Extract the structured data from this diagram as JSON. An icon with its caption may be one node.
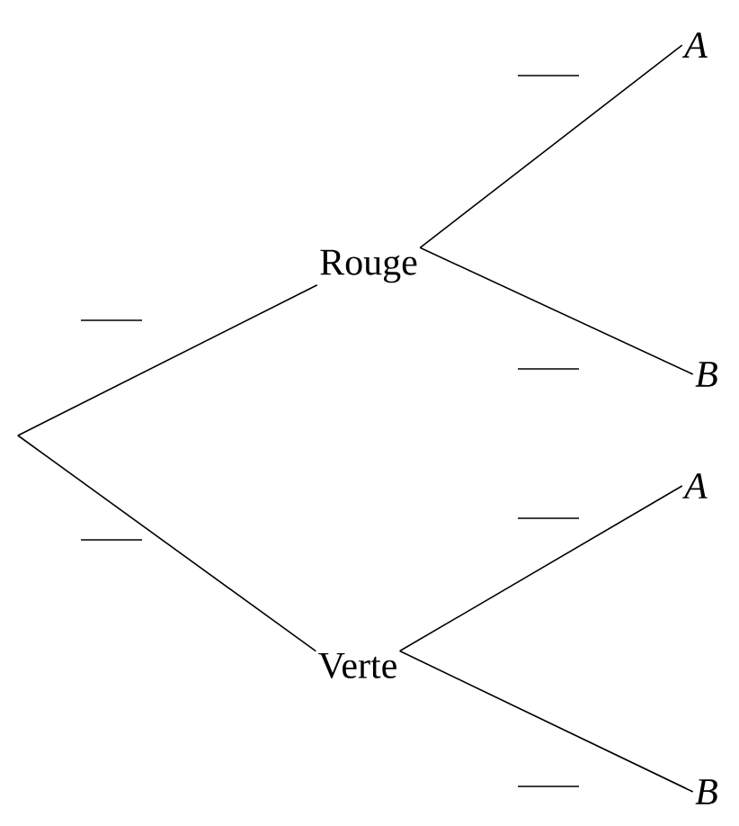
{
  "diagram": {
    "nodes": [
      {
        "text": [],
        "shape": "point"
      },
      {
        "text": [
          "Rouge"
        ]
      },
      {
        "text": [
          "Verte"
        ]
      },
      {
        "text": [
          "A"
        ]
      },
      {
        "text": [
          "B"
        ]
      },
      {
        "text": [
          "A"
        ]
      },
      {
        "text": [
          "B"
        ]
      }
    ],
    "edges": [
      {
        "from": 0,
        "to": 1,
        "arrow": "none"
      },
      {
        "from": 0,
        "to": 2,
        "arrow": "none"
      },
      {
        "from": 1,
        "to": 3,
        "arrow": "none"
      },
      {
        "from": 1,
        "to": 4,
        "arrow": "none"
      },
      {
        "from": 2,
        "to": 5,
        "arrow": "none"
      },
      {
        "from": 2,
        "to": 6,
        "arrow": "none"
      }
    ]
  }
}
